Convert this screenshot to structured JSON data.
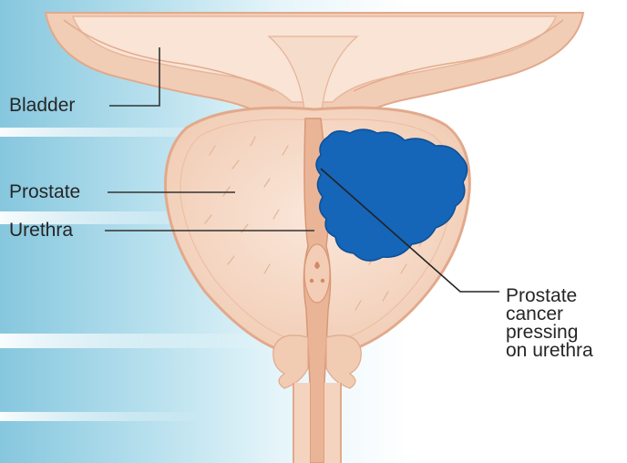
{
  "labels": {
    "bladder": "Bladder",
    "prostate": "Prostate",
    "urethra": "Urethra",
    "cancer": [
      "Prostate",
      "cancer",
      "pressing",
      "on urethra"
    ]
  },
  "colors": {
    "tissue_light": "#f7d9c6",
    "tissue_mid": "#efc3a8",
    "tissue_outline": "#e2a98b",
    "tumor": "#1565b8",
    "urethra_channel": "#e9b091",
    "leader_line": "#333333"
  }
}
